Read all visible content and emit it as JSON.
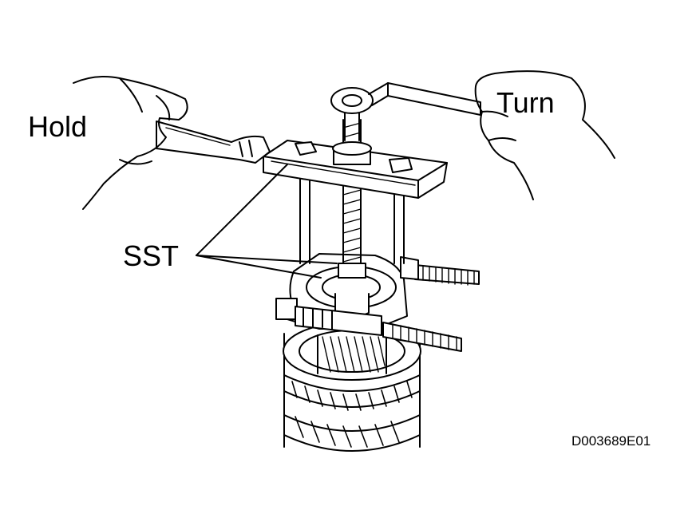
{
  "labels": {
    "hold": "Hold",
    "turn": "Turn",
    "sst": "SST",
    "figure_code": "D003689E01"
  },
  "icons": [
    "hand-icon",
    "wrench-icon",
    "puller-icon",
    "gear-icon",
    "bolt-icon"
  ]
}
